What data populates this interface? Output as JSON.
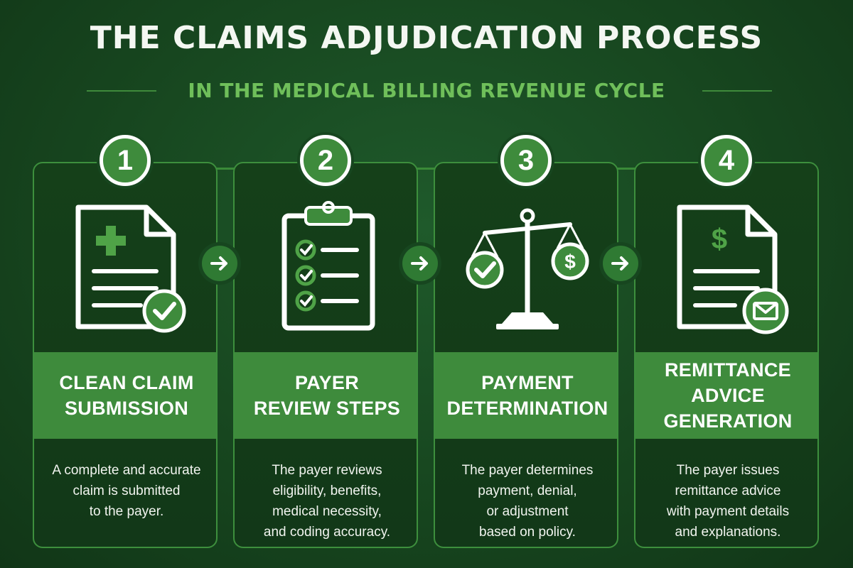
{
  "title": "THE CLAIMS ADJUDICATION PROCESS",
  "subtitle": "IN THE MEDICAL BILLING REVENUE CYCLE",
  "steps": [
    {
      "number": "1",
      "icon": "claim-document-icon",
      "heading": "CLEAN CLAIM\nSUBMISSION",
      "description": "A complete and accurate\nclaim is submitted\nto the payer."
    },
    {
      "number": "2",
      "icon": "clipboard-checklist-icon",
      "heading": "PAYER\nREVIEW STEPS",
      "description": "The payer reviews\neligibility, benefits,\nmedical necessity,\nand coding accuracy."
    },
    {
      "number": "3",
      "icon": "balance-scale-icon",
      "heading": "PAYMENT\nDETERMINATION",
      "description": "The payer determines\npayment, denial,\nor adjustment\nbased on policy."
    },
    {
      "number": "4",
      "icon": "remittance-document-icon",
      "heading": "REMITTANCE ADVICE\nGENERATION",
      "description": "The payer issues\nremittance advice\nwith payment details\nand explanations."
    }
  ],
  "colors": {
    "background": "#17461f",
    "accent": "#3e8b3c",
    "subtitle": "#6fbf5a",
    "text": "#ffffff"
  }
}
